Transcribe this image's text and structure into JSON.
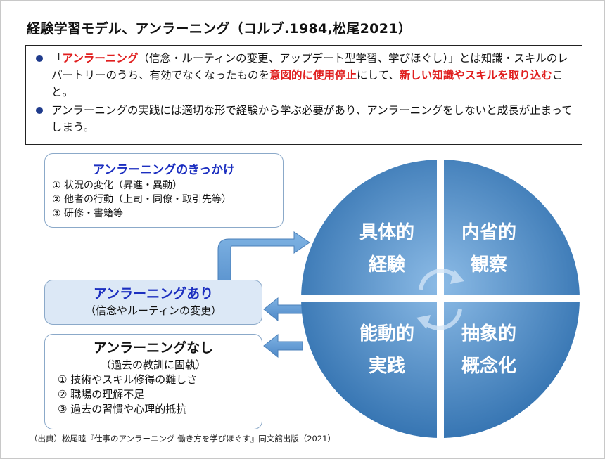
{
  "title": "経験学習モデル、アンラーニング（コルブ.1984,松尾2021）",
  "intro": {
    "bullet1": {
      "p1": "「",
      "p2": "アンラーニング",
      "p3": "（信念・ルーティンの変更、アップデート型学習、学びほぐし）」とは知識・スキルのレパートリーのうち、有効でなくなったものを",
      "p4": "意図的に使用停止",
      "p5": "にして、",
      "p6": "新しい知識やスキルを取り込む",
      "p7": "こと。"
    },
    "bullet2": "アンラーニングの実践には適切な形で経験から学ぶ必要があり、アンラーニングをしないと成長が止まってしまう。"
  },
  "triggers": {
    "title": "アンラーニングのきっかけ",
    "items": [
      "① 状況の変化（昇進・異動）",
      "② 他者の行動（上司・同僚・取引先等）",
      "③ 研修・書籍等"
    ]
  },
  "with_unlearning": {
    "title": "アンラーニングあり",
    "subtitle": "（信念やルーティンの変更）"
  },
  "without_unlearning": {
    "title": "アンラーニングなし",
    "subtitle": "（過去の教訓に固執）",
    "items": [
      "①  技術やスキル修得の難しさ",
      "②  職場の理解不足",
      "③  過去の習慣や心理的抵抗"
    ]
  },
  "cycle": {
    "q1": [
      "具体的",
      "経験"
    ],
    "q2": [
      "内省的",
      "観察"
    ],
    "q3": [
      "能動的",
      "実践"
    ],
    "q4": [
      "抽象的",
      "概念化"
    ]
  },
  "source": "（出典）松尾睦『仕事のアンラーニング 働き方を学びほぐす』同文舘出版（2021）",
  "colors": {
    "circle_light": "#7fb0df",
    "circle_dark": "#2f6fae",
    "arrow_fill": "#5b95d0",
    "heading_blue": "#1c2fc0",
    "highlight_red": "#e01e1e"
  }
}
